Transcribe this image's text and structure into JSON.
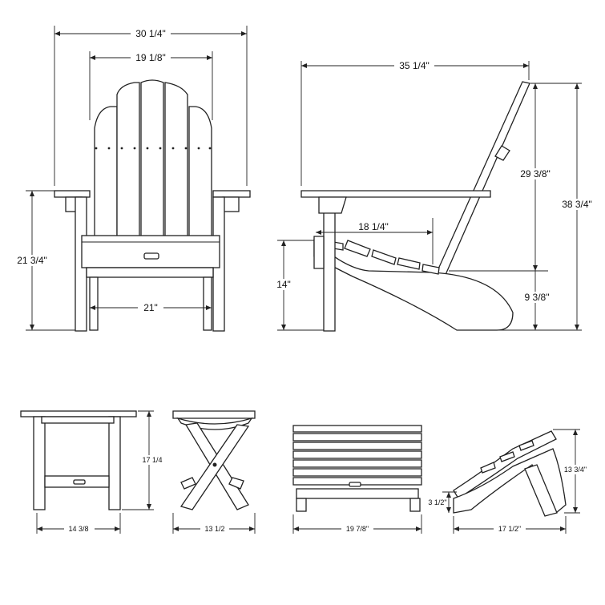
{
  "chair_front": {
    "overall_width": "30 1/4\"",
    "back_width": "19 1/8\"",
    "arm_height": "21 3/4\"",
    "seat_width": "21\""
  },
  "chair_side": {
    "depth": "35 1/4\"",
    "seat_depth": "18 1/4\"",
    "seat_height": "14\"",
    "back_height": "29 3/8\"",
    "overall_height": "38 3/4\"",
    "seat_front_height": "9 3/8\""
  },
  "side_table": {
    "width": "14 3/8",
    "depth": "13 1/2",
    "height": "17 1/4"
  },
  "ottoman": {
    "width": "19 7/8\"",
    "length": "17 1/2\"",
    "height": "13 3/4\"",
    "front_height": "3 1/2\""
  }
}
